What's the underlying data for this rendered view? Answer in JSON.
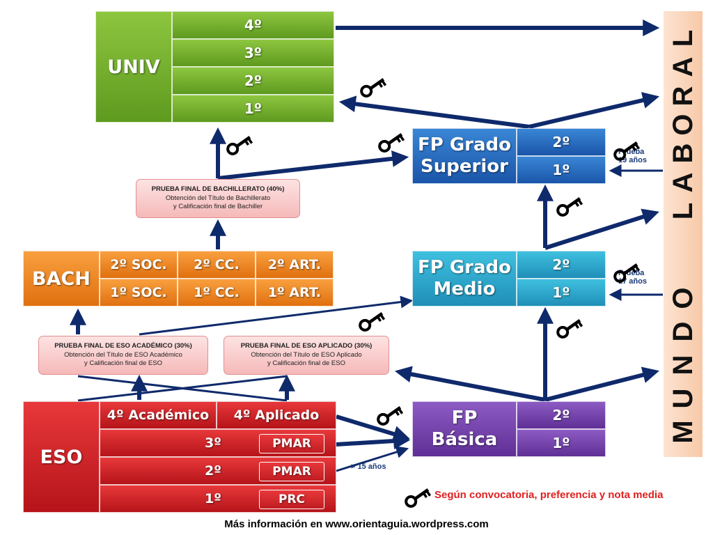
{
  "univ": {
    "label": "UNIV",
    "years": [
      "4º",
      "3º",
      "2º",
      "1º"
    ]
  },
  "bach": {
    "label": "BACH",
    "row2": [
      "2º SOC.",
      "2º CC.",
      "2º ART."
    ],
    "row1": [
      "1º SOC.",
      "1º CC.",
      "1º ART."
    ]
  },
  "eso": {
    "label": "ESO",
    "track_a": "4º Académico",
    "track_b": "4º Aplicado",
    "rows": [
      {
        "year": "3º",
        "program": "PMAR"
      },
      {
        "year": "2º",
        "program": "PMAR"
      },
      {
        "year": "1º",
        "program": "PRC"
      }
    ]
  },
  "fp_superior": {
    "line1": "FP Grado",
    "line2": "Superior",
    "years": [
      "2º",
      "1º"
    ]
  },
  "fp_medio": {
    "line1": "FP Grado",
    "line2": "Medio",
    "years": [
      "2º",
      "1º"
    ]
  },
  "fp_basica": {
    "line1": "FP",
    "line2": "Básica",
    "years": [
      "2º",
      "1º"
    ]
  },
  "prueba_bach": {
    "line1": "PRUEBA FINAL DE BACHILLERATO (40%)",
    "line2": "Obtención del Título de Bachillerato",
    "line3": "y Calificación final de Bachiller"
  },
  "prueba_eso_acad": {
    "line1": "PRUEBA FINAL DE ESO ACADÉMICO (30%)",
    "line2": "Obtención del Título de ESO Académico",
    "line3": "y Calificación final de ESO"
  },
  "prueba_eso_apl": {
    "line1": "PRUEBA FINAL DE ESO APLICADO (30%)",
    "line2": "Obtención del Título de ESO Aplicado",
    "line3": "y Calificación final de ESO"
  },
  "mundo_laboral": {
    "top_word": "LABORAL",
    "bottom_word": "MUNDO"
  },
  "prueba_19": {
    "line1": "Prueba",
    "line2": "19 años"
  },
  "prueba_17": {
    "line1": "Prueba",
    "line2": "17 años"
  },
  "age_15": "> 15 años",
  "legend_note": "Según convocatoria, preferencia y nota media",
  "footer": "Más información en www.orientaguia.wordpress.com",
  "colors": {
    "arrow": "#0f2a6b",
    "univ": "#76b02e",
    "bach": "#f08a24",
    "eso": "#d42a2e",
    "fp_superior": "#2a6fc4",
    "fp_medio": "#2aa8cf",
    "fp_basica": "#7444ae",
    "key": "#000000",
    "note": "#e02020"
  },
  "icons": [
    "key-icon"
  ]
}
